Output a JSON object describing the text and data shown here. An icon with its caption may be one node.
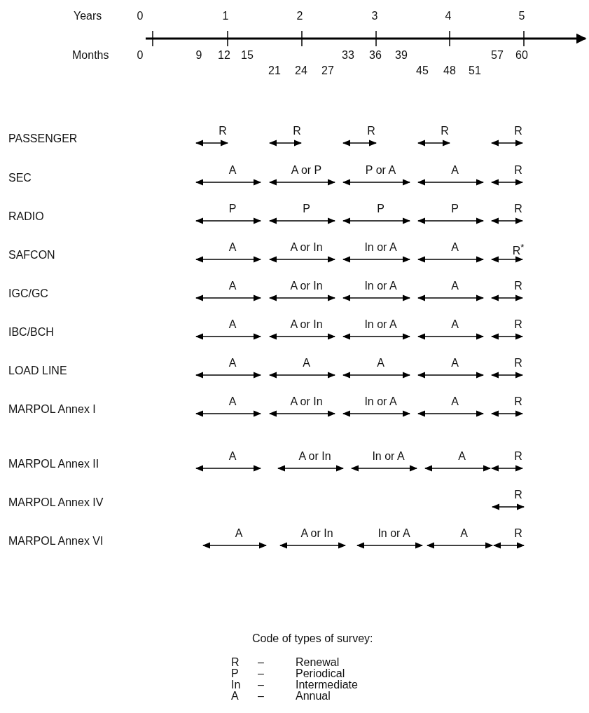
{
  "diagram": {
    "labels": [
      "Years",
      "0",
      "1",
      "2",
      "3",
      "4",
      "5",
      "Months",
      "0",
      "9",
      "12",
      "15",
      "33",
      "36",
      "39",
      "57",
      "60",
      "21",
      "24",
      "27",
      "45",
      "48",
      "51",
      "PASSENGER",
      "R",
      "R",
      "R",
      "R",
      "R",
      "SEC",
      "A",
      "A or P",
      "P or A",
      "A",
      "R",
      "RADIO",
      "P",
      "P",
      "P",
      "P",
      "R",
      "SAFCON",
      "A",
      "A or In",
      "In or A",
      "A",
      "R$^{*}$",
      "IGC/GC",
      "A",
      "A or In",
      "In or A",
      "A",
      "R",
      "IBC/BCH",
      "A",
      "A or In",
      "In or A",
      "A",
      "R",
      "LOAD LINE",
      "A",
      "A",
      "A",
      "A",
      "R",
      "MARPOL Annex I",
      "A",
      "A or In",
      "In or A",
      "A",
      "R",
      "MARPOL Annex II",
      "A",
      "A or In",
      "In or A",
      "A",
      "R",
      "MARPOL Annex IV",
      "R",
      "MARPOL Annex VI",
      "A",
      "A or In",
      "In or A",
      "A",
      "R",
      "Code of types of survey:",
      "R",
      "–",
      "Renewal",
      "P",
      "–",
      "Periodical",
      "In",
      "–",
      "Intermediate",
      "A",
      "–",
      "Annual"
    ]
  }
}
